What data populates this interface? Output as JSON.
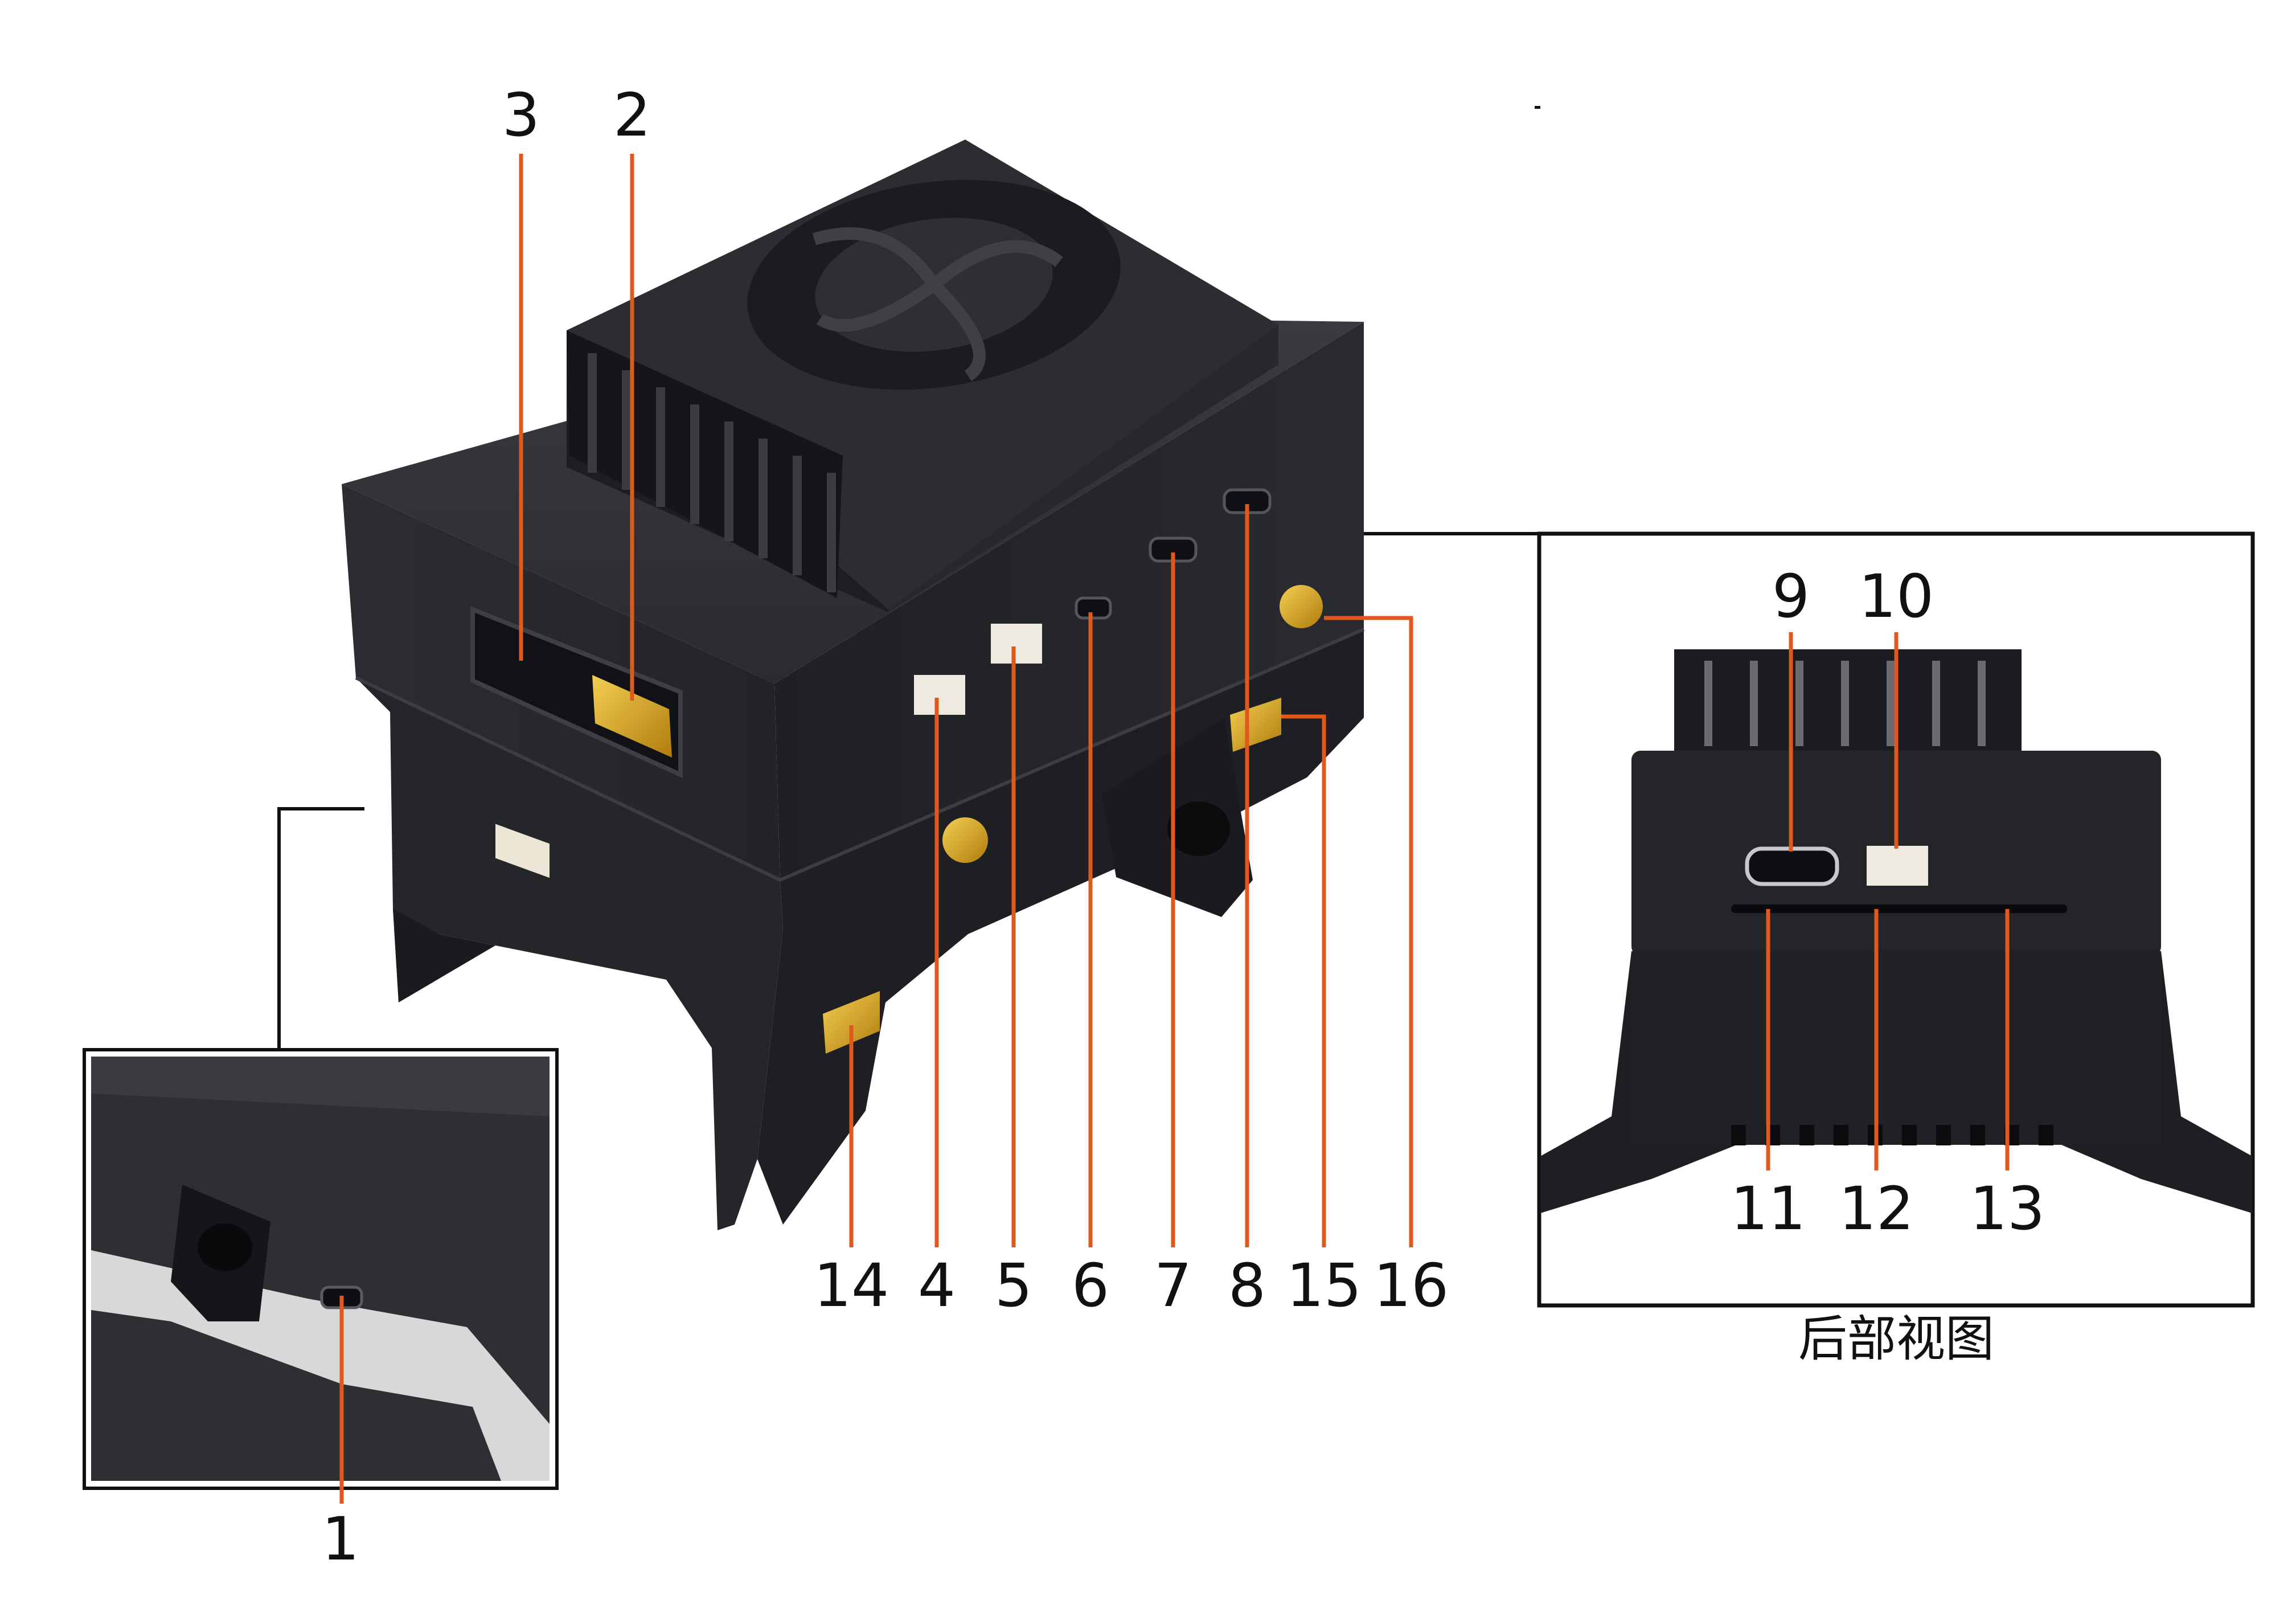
{
  "labels": {
    "l1": "1",
    "l2": "2",
    "l3": "3",
    "l4": "4",
    "l5": "5",
    "l6": "6",
    "l7": "7",
    "l8": "8",
    "l9": "9",
    "l10": "10",
    "l11": "11",
    "l12": "12",
    "l13": "13",
    "l14": "14",
    "l15": "15",
    "l16": "16"
  },
  "rear_view_caption": "后部视图",
  "colors": {
    "callout": "#e2571c",
    "device": "#26272b",
    "frame": "#111111",
    "gold": "#d8a21a"
  }
}
